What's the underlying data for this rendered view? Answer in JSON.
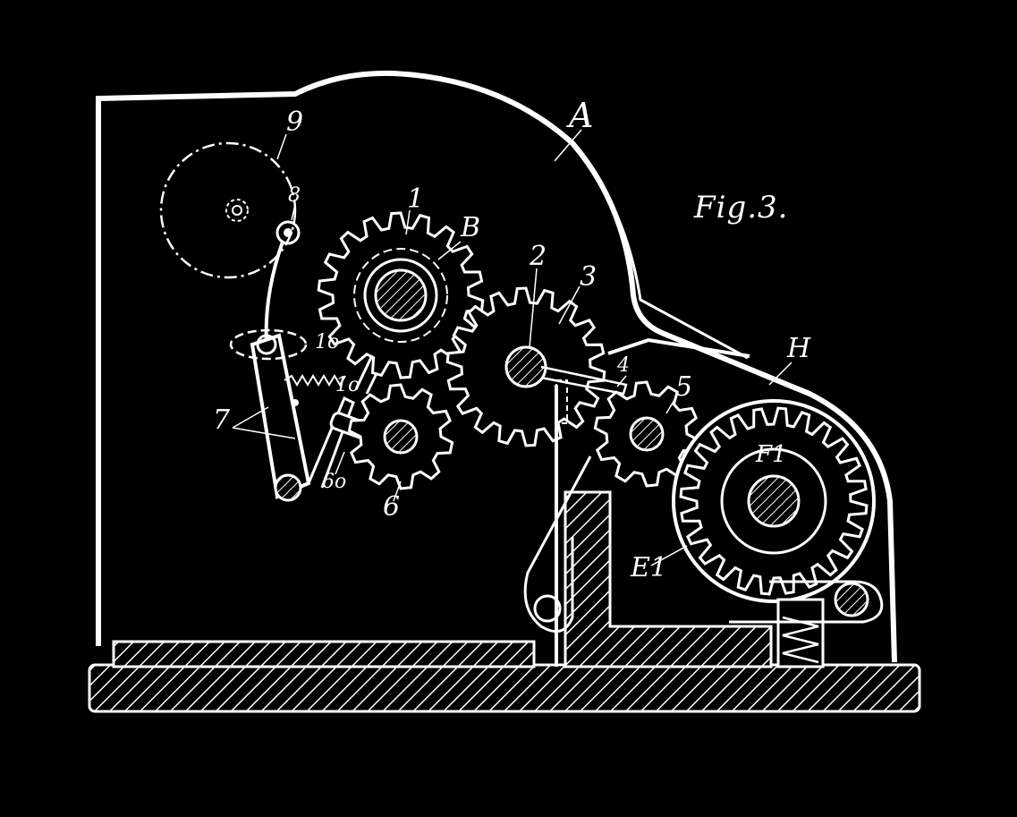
{
  "figure": {
    "title": "Fig.3."
  },
  "labels": {
    "a": "A",
    "b": "B",
    "h": "H",
    "f1": "F1",
    "e1": "E1",
    "n1": "1",
    "n2": "2",
    "n3": "3",
    "n4": "4",
    "n5": "5",
    "n6": "6",
    "n7": "7",
    "n8": "8",
    "n9": "9",
    "n1o_a": "1o",
    "n1o_b": "1o",
    "n6o": "6o"
  },
  "colors": {
    "background": "#000000",
    "line": "#ffffff"
  }
}
